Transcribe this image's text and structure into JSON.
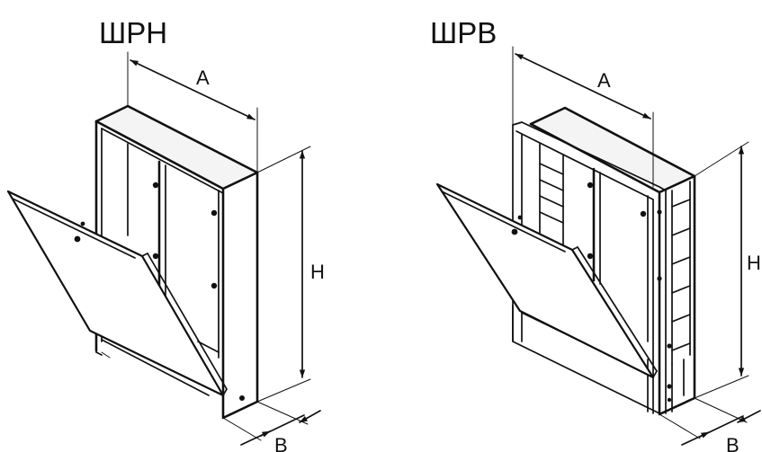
{
  "cabinets": [
    {
      "title": "ШРН",
      "dimension_labels": {
        "width": "A",
        "height": "H",
        "depth": "B"
      }
    },
    {
      "title": "ШРВ",
      "dimension_labels": {
        "width": "A",
        "height": "H",
        "depth": "B"
      }
    }
  ]
}
